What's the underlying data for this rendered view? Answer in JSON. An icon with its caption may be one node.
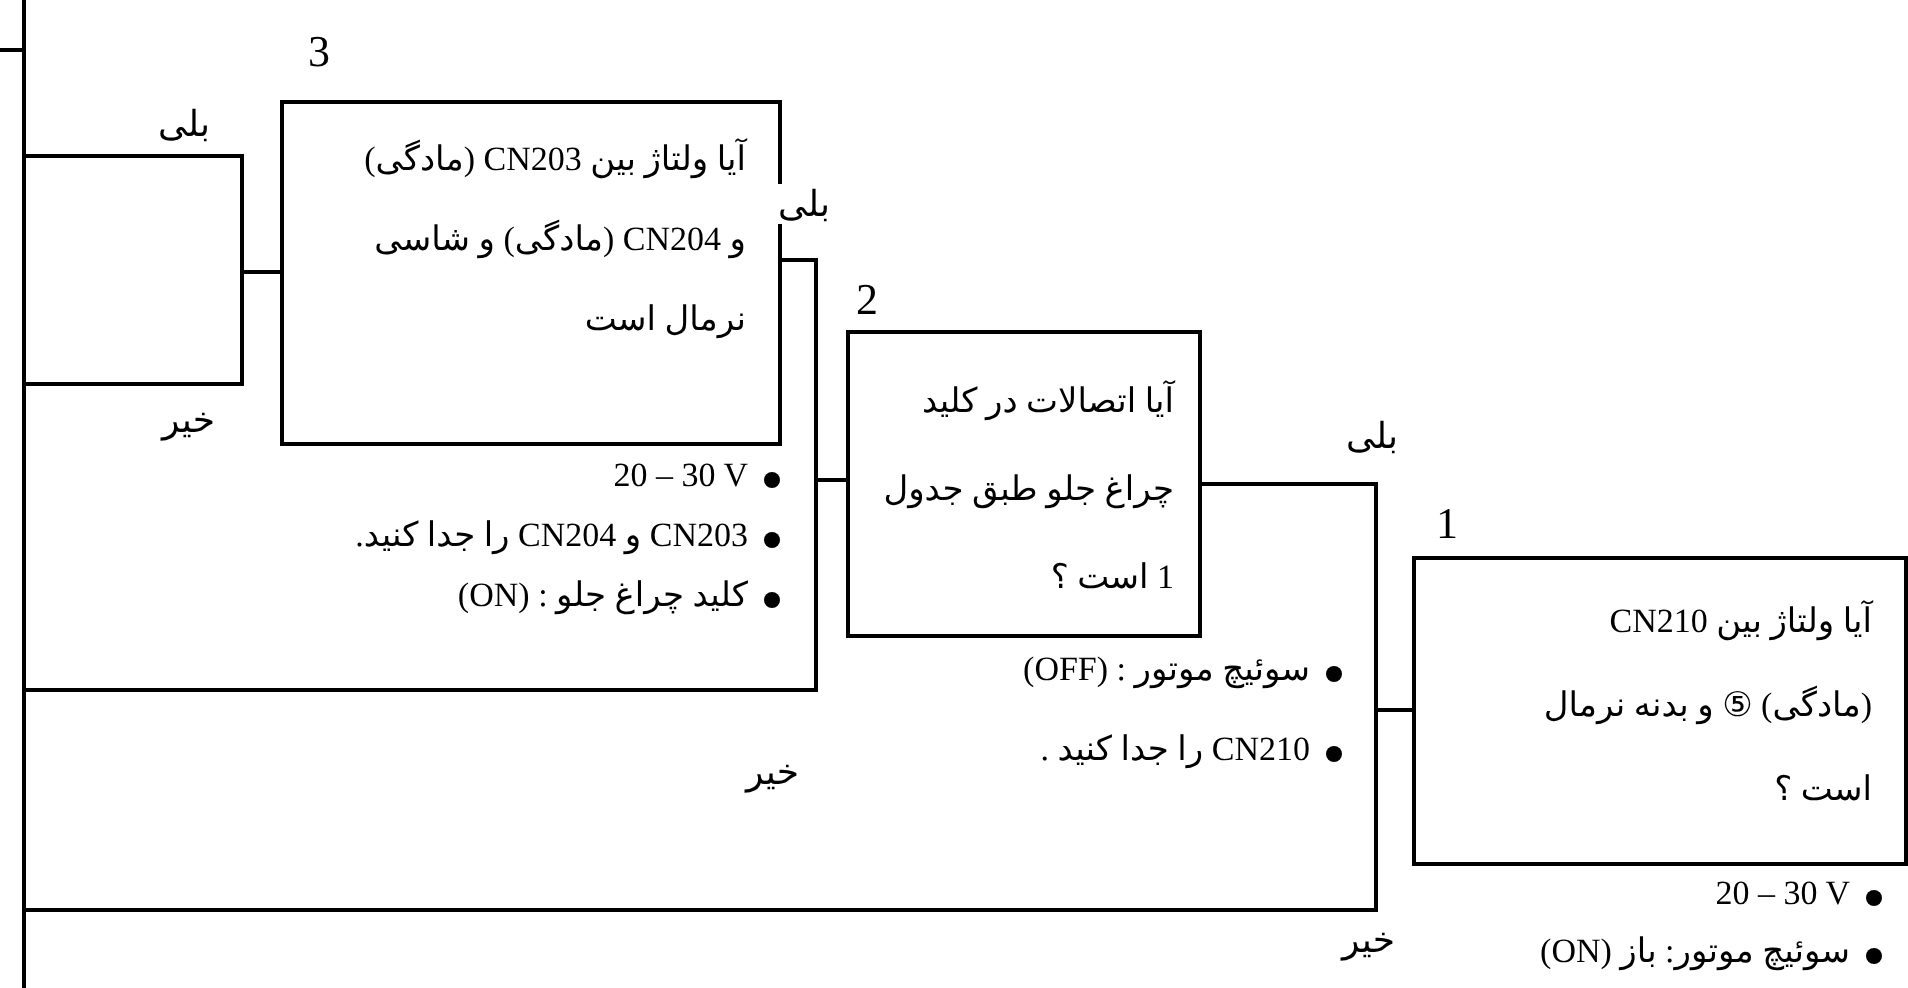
{
  "diagram": {
    "nodes": [
      {
        "text": [
          "آیا ولتاژ بین CN203 (مادگی) و CN204 (مادگی) و شاسی نرمال است"
        ],
        "beside": [
          "3",
          "20 – 30 V",
          "CN203 و CN204 را جدا کنید.",
          "کلید چراغ جلو : (ON)"
        ]
      },
      {
        "text": [
          "آیا اتصالات در کلید چراغ جلو طبق جدول 1 است ؟"
        ],
        "beside": [
          "2",
          "سوئیچ موتور : (OFF)",
          "CN210 را جدا کنید ."
        ]
      },
      {
        "text": [
          "آیا ولتاژ بین CN210 (مادگی) ⑤ و بدنه نرمال است ؟"
        ],
        "beside": [
          "1",
          "20 – 30 V",
          "سوئیچ موتور: باز (ON)"
        ]
      }
    ],
    "edges": [
      {
        "from": 2,
        "to": 1,
        "arrow": "none",
        "label": "بلی"
      },
      {
        "from": 2,
        "to": null,
        "arrow": "none",
        "label": "خیر"
      },
      {
        "from": 1,
        "to": 0,
        "arrow": "none",
        "label": "بلی"
      },
      {
        "from": 1,
        "to": null,
        "arrow": "none",
        "label": "خیر"
      },
      {
        "from": 0,
        "to": null,
        "arrow": "none",
        "label": "بلی"
      },
      {
        "from": 0,
        "to": null,
        "arrow": "none",
        "label": "خیر"
      }
    ]
  }
}
